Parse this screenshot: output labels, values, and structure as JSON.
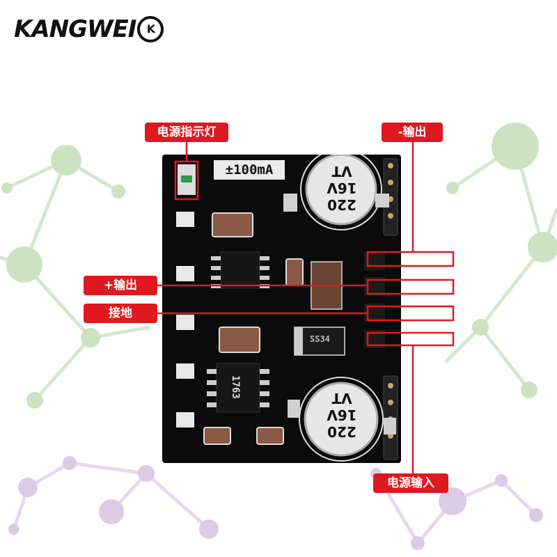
{
  "brand": {
    "name": "KANGWEI",
    "mark": "K"
  },
  "callouts": {
    "power_indicator": "电源指示灯",
    "neg_output": "-输出",
    "pos_output": "+输出",
    "ground": "接地",
    "power_input": "电源输入"
  },
  "board": {
    "current_label": "±100mA",
    "capacitor_top": {
      "line1": "VT",
      "line2": "16V",
      "line3": "220"
    },
    "capacitor_bottom": {
      "line1": "VT",
      "line2": "16V",
      "line3": "220"
    },
    "ic_regulator": "1763",
    "diode": "SS34"
  },
  "colors": {
    "callout_red": "#e0181f",
    "pcb_black": "#0b0b0b",
    "network_green": "#b9dcb0",
    "network_purple": "#d8c4e2"
  }
}
